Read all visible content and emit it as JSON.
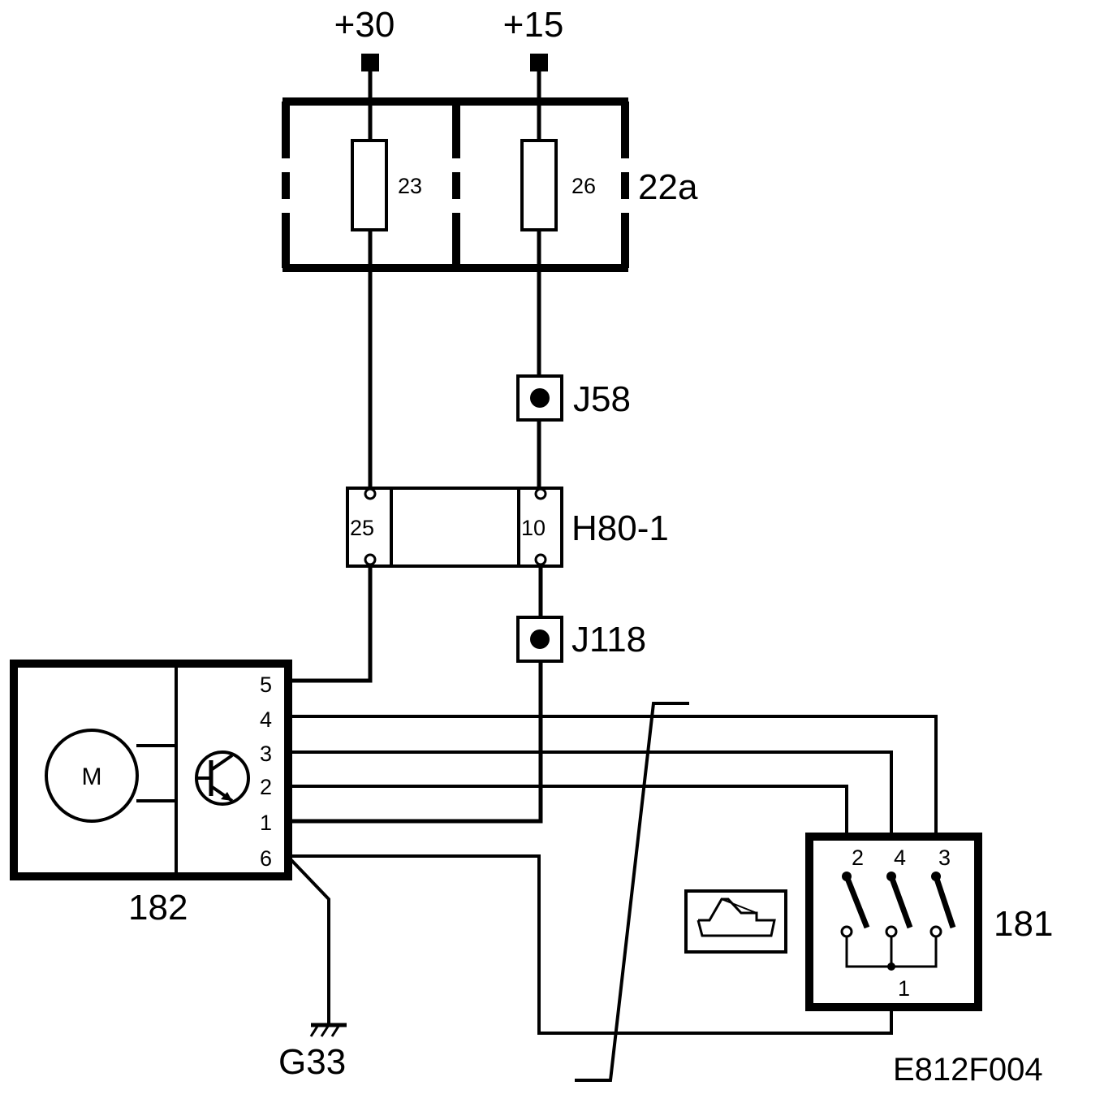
{
  "supplies": {
    "plus30": "+30",
    "plus15": "+15"
  },
  "fuse_box": {
    "label": "22a",
    "fuses": [
      {
        "label": "23"
      },
      {
        "label": "26"
      }
    ]
  },
  "junctions": {
    "j58": "J58",
    "j118": "J118"
  },
  "connector": {
    "label": "H80-1",
    "pin_a": "25",
    "pin_b": "10"
  },
  "control_unit": {
    "label": "182",
    "motor": "M",
    "pins": [
      "5",
      "4",
      "3",
      "2",
      "1",
      "6"
    ]
  },
  "switch": {
    "label": "181",
    "top_pins": [
      "2",
      "4",
      "3"
    ],
    "common_pin": "1"
  },
  "ground": {
    "label": "G33"
  },
  "diagram_id": "E812F004",
  "icons": [
    "motor-icon",
    "transistor-icon",
    "boat-trunk-icon",
    "ground-icon"
  ]
}
